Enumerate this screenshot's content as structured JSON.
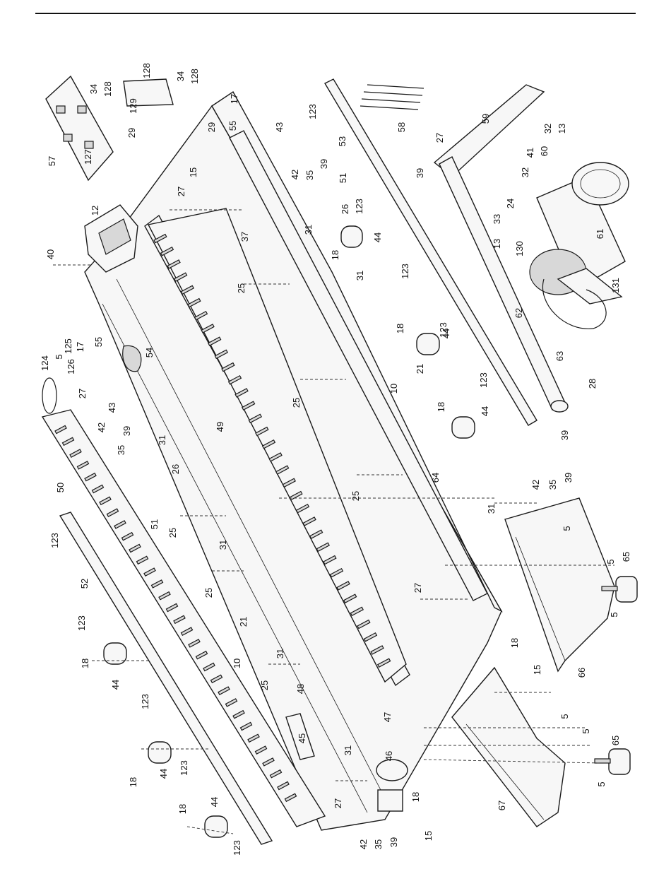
{
  "callouts": [
    {
      "id": "c128a",
      "label": "128",
      "rot": -90
    },
    {
      "id": "c34a",
      "label": "34",
      "rot": -90
    },
    {
      "id": "c128b",
      "label": "128",
      "rot": -90
    },
    {
      "id": "c34b",
      "label": "34",
      "rot": -90
    },
    {
      "id": "c128c",
      "label": "128",
      "rot": -90
    },
    {
      "id": "c129",
      "label": "129",
      "rot": -90
    },
    {
      "id": "c29a",
      "label": "29",
      "rot": -90
    },
    {
      "id": "c57",
      "label": "57",
      "rot": -90
    },
    {
      "id": "c127",
      "label": "127",
      "rot": -90
    },
    {
      "id": "c17a",
      "label": "17",
      "rot": -90
    },
    {
      "id": "c29b",
      "label": "29",
      "rot": -90
    },
    {
      "id": "c55a",
      "label": "55",
      "rot": -90
    },
    {
      "id": "c43a",
      "label": "43",
      "rot": -90
    },
    {
      "id": "c15a",
      "label": "15",
      "rot": -90
    },
    {
      "id": "c12",
      "label": "12",
      "rot": -90
    },
    {
      "id": "c27a",
      "label": "27",
      "rot": -90
    },
    {
      "id": "c40",
      "label": "40",
      "rot": -90
    },
    {
      "id": "c123a",
      "label": "123",
      "rot": -90
    },
    {
      "id": "c53",
      "label": "53",
      "rot": -90
    },
    {
      "id": "c58",
      "label": "58",
      "rot": -90
    },
    {
      "id": "c27b",
      "label": "27",
      "rot": -90
    },
    {
      "id": "c59",
      "label": "59",
      "rot": -90
    },
    {
      "id": "c32a",
      "label": "32",
      "rot": -90
    },
    {
      "id": "c13a",
      "label": "13",
      "rot": -90
    },
    {
      "id": "c41",
      "label": "41",
      "rot": -90
    },
    {
      "id": "c60",
      "label": "60",
      "rot": -90
    },
    {
      "id": "c32b",
      "label": "32",
      "rot": -90
    },
    {
      "id": "c39a",
      "label": "39",
      "rot": -90
    },
    {
      "id": "c42a",
      "label": "42",
      "rot": -90
    },
    {
      "id": "c35a",
      "label": "35",
      "rot": -90
    },
    {
      "id": "c39b",
      "label": "39",
      "rot": -90
    },
    {
      "id": "c51a",
      "label": "51",
      "rot": -90
    },
    {
      "id": "c123b",
      "label": "123",
      "rot": -90
    },
    {
      "id": "c26a",
      "label": "26",
      "rot": -90
    },
    {
      "id": "c24",
      "label": "24",
      "rot": -90
    },
    {
      "id": "c33",
      "label": "33",
      "rot": -90
    },
    {
      "id": "c13b",
      "label": "13",
      "rot": -90
    },
    {
      "id": "c130",
      "label": "130",
      "rot": -90
    },
    {
      "id": "c61",
      "label": "61",
      "rot": -90
    },
    {
      "id": "c37",
      "label": "37",
      "rot": -90
    },
    {
      "id": "c31a",
      "label": "31",
      "rot": -90
    },
    {
      "id": "c18a",
      "label": "18",
      "rot": -90
    },
    {
      "id": "c44a",
      "label": "44",
      "rot": -90
    },
    {
      "id": "c123c",
      "label": "123",
      "rot": -90
    },
    {
      "id": "c131",
      "label": "131",
      "rot": -90
    },
    {
      "id": "c25a",
      "label": "25",
      "rot": -90
    },
    {
      "id": "c31b",
      "label": "31",
      "rot": -90
    },
    {
      "id": "c62",
      "label": "62",
      "rot": -90
    },
    {
      "id": "c123d",
      "label": "123",
      "rot": -90
    },
    {
      "id": "c18b",
      "label": "18",
      "rot": -90
    },
    {
      "id": "c44b",
      "label": "44",
      "rot": -90
    },
    {
      "id": "c124",
      "label": "124",
      "rot": -90
    },
    {
      "id": "c5a",
      "label": "5",
      "rot": -90
    },
    {
      "id": "c125",
      "label": "125",
      "rot": -90
    },
    {
      "id": "c17b",
      "label": "17",
      "rot": -90
    },
    {
      "id": "c55b",
      "label": "55",
      "rot": -90
    },
    {
      "id": "c126",
      "label": "126",
      "rot": -90
    },
    {
      "id": "c54",
      "label": "54",
      "rot": -90
    },
    {
      "id": "c10a",
      "label": "10",
      "rot": -90
    },
    {
      "id": "c21a",
      "label": "21",
      "rot": -90
    },
    {
      "id": "c63",
      "label": "63",
      "rot": -90
    },
    {
      "id": "c123e",
      "label": "123",
      "rot": -90
    },
    {
      "id": "c28",
      "label": "28",
      "rot": -90
    },
    {
      "id": "c27c",
      "label": "27",
      "rot": -90
    },
    {
      "id": "c43b",
      "label": "43",
      "rot": -90
    },
    {
      "id": "c25b",
      "label": "25",
      "rot": -90
    },
    {
      "id": "c18c",
      "label": "18",
      "rot": -90
    },
    {
      "id": "c44c",
      "label": "44",
      "rot": -90
    },
    {
      "id": "c42b",
      "label": "42",
      "rot": -90
    },
    {
      "id": "c39c",
      "label": "39",
      "rot": -90
    },
    {
      "id": "c35b",
      "label": "35",
      "rot": -90
    },
    {
      "id": "c31c",
      "label": "31",
      "rot": -90
    },
    {
      "id": "c49",
      "label": "49",
      "rot": -90
    },
    {
      "id": "c39d",
      "label": "39",
      "rot": -90
    },
    {
      "id": "c50",
      "label": "50",
      "rot": -90
    },
    {
      "id": "c26b",
      "label": "26",
      "rot": -90
    },
    {
      "id": "c51b",
      "label": "51",
      "rot": -90
    },
    {
      "id": "c25c",
      "label": "25",
      "rot": -90
    },
    {
      "id": "c25d",
      "label": "25",
      "rot": -90
    },
    {
      "id": "c64",
      "label": "64",
      "rot": -90
    },
    {
      "id": "c31d",
      "label": "31",
      "rot": -90
    },
    {
      "id": "c42c",
      "label": "42",
      "rot": -90
    },
    {
      "id": "c35c",
      "label": "35",
      "rot": -90
    },
    {
      "id": "c39e",
      "label": "39",
      "rot": -90
    },
    {
      "id": "c123f",
      "label": "123",
      "rot": -90
    },
    {
      "id": "c31e",
      "label": "31",
      "rot": -90
    },
    {
      "id": "c5b",
      "label": "5",
      "rot": -90
    },
    {
      "id": "c52",
      "label": "52",
      "rot": -90
    },
    {
      "id": "c25e",
      "label": "25",
      "rot": -90
    },
    {
      "id": "c27d",
      "label": "27",
      "rot": -90
    },
    {
      "id": "c5c",
      "label": "5",
      "rot": -90
    },
    {
      "id": "c65a",
      "label": "65",
      "rot": -90
    },
    {
      "id": "c123g",
      "label": "123",
      "rot": -90
    },
    {
      "id": "c5d",
      "label": "5",
      "rot": -90
    },
    {
      "id": "c21b",
      "label": "21",
      "rot": -90
    },
    {
      "id": "c10b",
      "label": "10",
      "rot": -90
    },
    {
      "id": "c31f",
      "label": "31",
      "rot": -90
    },
    {
      "id": "c18d",
      "label": "18",
      "rot": -90
    },
    {
      "id": "c25f",
      "label": "25",
      "rot": -90
    },
    {
      "id": "c18e",
      "label": "18",
      "rot": -90
    },
    {
      "id": "c44d",
      "label": "44",
      "rot": -90
    },
    {
      "id": "c15b",
      "label": "15",
      "rot": -90
    },
    {
      "id": "c66",
      "label": "66",
      "rot": -90
    },
    {
      "id": "c123h",
      "label": "123",
      "rot": -90
    },
    {
      "id": "c48",
      "label": "48",
      "rot": -90
    },
    {
      "id": "c47",
      "label": "47",
      "rot": -90
    },
    {
      "id": "c5e",
      "label": "5",
      "rot": -90
    },
    {
      "id": "c45",
      "label": "45",
      "rot": -90
    },
    {
      "id": "c5f",
      "label": "5",
      "rot": -90
    },
    {
      "id": "c65b",
      "label": "65",
      "rot": -90
    },
    {
      "id": "c123i",
      "label": "123",
      "rot": -90
    },
    {
      "id": "c18f",
      "label": "18",
      "rot": -90
    },
    {
      "id": "c44e",
      "label": "44",
      "rot": -90
    },
    {
      "id": "c31g",
      "label": "31",
      "rot": -90
    },
    {
      "id": "c46",
      "label": "46",
      "rot": -90
    },
    {
      "id": "c5g",
      "label": "5",
      "rot": -90
    },
    {
      "id": "c18g",
      "label": "18",
      "rot": -90
    },
    {
      "id": "c44f",
      "label": "44",
      "rot": -90
    },
    {
      "id": "c27e",
      "label": "27",
      "rot": -90
    },
    {
      "id": "c18h",
      "label": "18",
      "rot": -90
    },
    {
      "id": "c67",
      "label": "67",
      "rot": -90
    },
    {
      "id": "c123j",
      "label": "123",
      "rot": -90
    },
    {
      "id": "c42d",
      "label": "42",
      "rot": -90
    },
    {
      "id": "c35d",
      "label": "35",
      "rot": -90
    },
    {
      "id": "c39f",
      "label": "39",
      "rot": -90
    },
    {
      "id": "c15c",
      "label": "15",
      "rot": -90
    }
  ]
}
